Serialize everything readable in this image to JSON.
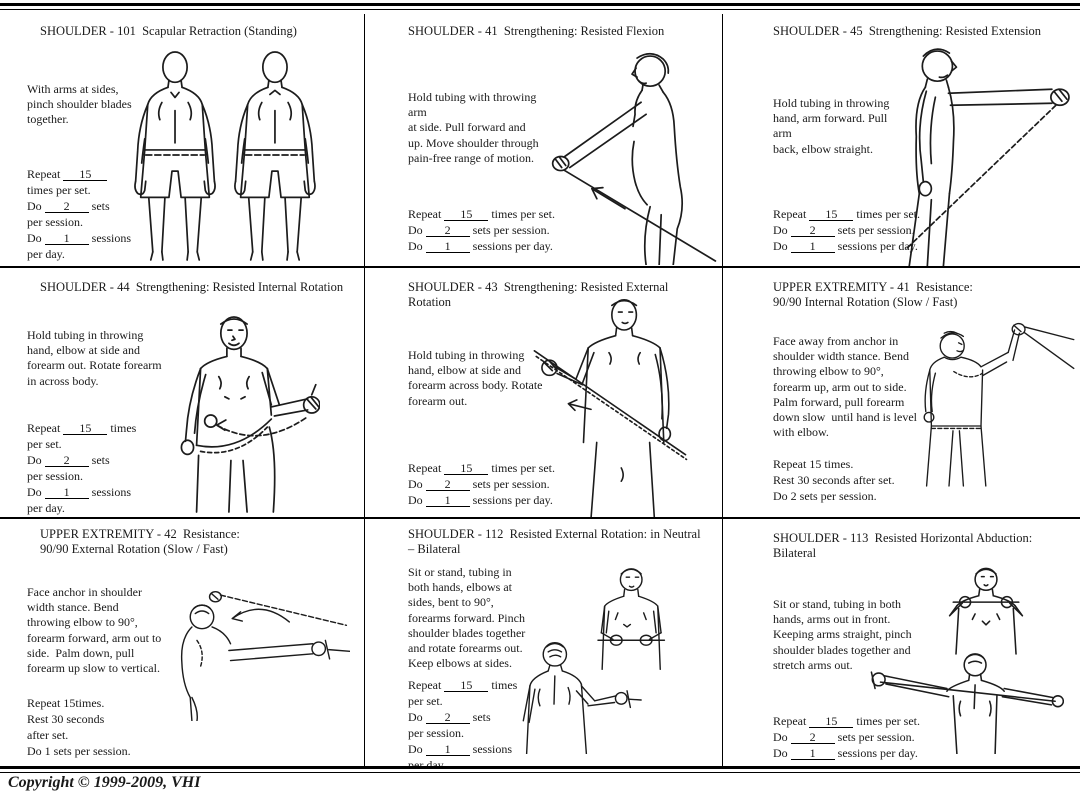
{
  "page": {
    "copyright": "Copyright © 1999-2009, VHI"
  },
  "cells": [
    {
      "title": [
        "SHOULDER - 101  Scapular Retraction (Standing)"
      ],
      "instructions": [
        "With arms at sides,",
        "pinch shoulder blades",
        "together."
      ],
      "dosage": [
        [
          {
            "t": "Repeat "
          },
          {
            "u": "15"
          }
        ],
        [
          {
            "t": "times per set."
          }
        ],
        [
          {
            "t": "Do "
          },
          {
            "u": "2"
          },
          {
            "t": " sets"
          }
        ],
        [
          {
            "t": "per session."
          }
        ],
        [
          {
            "t": "Do "
          },
          {
            "u": "1"
          },
          {
            "t": " sessions"
          }
        ],
        [
          {
            "t": "per day."
          }
        ]
      ]
    },
    {
      "title": [
        "SHOULDER - 41  Strengthening: Resisted Flexion"
      ],
      "instructions": [
        "Hold tubing with throwing",
        "arm",
        "at side. Pull forward and",
        "up. Move shoulder through",
        "pain-free range of motion."
      ],
      "dosage": [
        [
          {
            "t": "Repeat "
          },
          {
            "u": "15"
          },
          {
            "t": " times per set."
          }
        ],
        [
          {
            "t": "Do "
          },
          {
            "u": "2"
          },
          {
            "t": " sets per session."
          }
        ],
        [
          {
            "t": "Do "
          },
          {
            "u": "1"
          },
          {
            "t": " sessions per day."
          }
        ]
      ]
    },
    {
      "title": [
        "SHOULDER - 45  Strengthening: Resisted Extension"
      ],
      "instructions": [
        "Hold tubing in throwing",
        "hand, arm forward. Pull",
        "arm",
        "back, elbow straight."
      ],
      "dosage": [
        [
          {
            "t": "Repeat "
          },
          {
            "u": "15"
          },
          {
            "t": " times per set."
          }
        ],
        [
          {
            "t": "Do "
          },
          {
            "u": "2"
          },
          {
            "t": " sets per session."
          }
        ],
        [
          {
            "t": "Do "
          },
          {
            "u": "1"
          },
          {
            "t": " sessions per day."
          }
        ]
      ]
    },
    {
      "title": [
        "SHOULDER - 44  Strengthening: Resisted Internal Rotation"
      ],
      "instructions": [
        "Hold tubing in throwing",
        "hand, elbow at side and",
        "forearm out. Rotate forearm",
        "in across body."
      ],
      "dosage": [
        [
          {
            "t": "Repeat "
          },
          {
            "u": "15"
          },
          {
            "t": " times"
          }
        ],
        [
          {
            "t": "per set."
          }
        ],
        [
          {
            "t": "Do "
          },
          {
            "u": "2"
          },
          {
            "t": " sets"
          }
        ],
        [
          {
            "t": "per session."
          }
        ],
        [
          {
            "t": "Do "
          },
          {
            "u": "1"
          },
          {
            "t": " sessions"
          }
        ],
        [
          {
            "t": "per day."
          }
        ]
      ]
    },
    {
      "title": [
        "SHOULDER - 43  Strengthening: Resisted External Rotation"
      ],
      "instructions": [
        "Hold tubing in throwing",
        "hand, elbow at side and",
        "forearm across body. Rotate",
        "forearm out."
      ],
      "dosage": [
        [
          {
            "t": "Repeat "
          },
          {
            "u": "15"
          },
          {
            "t": " times per set."
          }
        ],
        [
          {
            "t": "Do "
          },
          {
            "u": "2"
          },
          {
            "t": " sets per session."
          }
        ],
        [
          {
            "t": "Do "
          },
          {
            "u": "1"
          },
          {
            "t": " sessions per day."
          }
        ]
      ]
    },
    {
      "title": [
        "UPPER EXTREMITY - 41  Resistance:",
        "90/90 Internal Rotation (Slow / Fast)"
      ],
      "instructions": [
        "Face away from anchor in",
        "shoulder width stance. Bend",
        "throwing elbow to 90°,",
        "forearm up, arm out to side.",
        "Palm forward, pull forearm",
        "down slow  until hand is level",
        "with elbow."
      ],
      "dosage": [
        [
          {
            "t": "Repeat 15 times."
          }
        ],
        [
          {
            "t": "Rest 30 seconds after set."
          }
        ],
        [
          {
            "t": "Do 2 sets per session."
          }
        ]
      ]
    },
    {
      "title": [
        "UPPER EXTREMITY - 42  Resistance:",
        "90/90 External Rotation (Slow / Fast)"
      ],
      "instructions": [
        "Face anchor in shoulder",
        "width stance. Bend",
        "throwing elbow to 90°,",
        "forearm forward, arm out to",
        "side.  Palm down, pull",
        "forearm up slow to vertical."
      ],
      "dosage": [
        [
          {
            "t": "Repeat 15times."
          }
        ],
        [
          {
            "t": "Rest 30 seconds"
          }
        ],
        [
          {
            "t": "after set."
          }
        ],
        [
          {
            "t": "Do 1 sets per session."
          }
        ]
      ]
    },
    {
      "title": [
        "SHOULDER - 112  Resisted External Rotation: in Neutral",
        "– Bilateral"
      ],
      "instructions": [
        "Sit or stand, tubing in",
        "both hands, elbows at",
        "sides, bent to 90°,",
        "forearms forward. Pinch",
        "shoulder blades together",
        "and rotate forearms out.",
        "Keep elbows at sides."
      ],
      "dosage": [
        [
          {
            "t": "Repeat "
          },
          {
            "u": "15"
          },
          {
            "t": " times"
          }
        ],
        [
          {
            "t": "per set."
          }
        ],
        [
          {
            "t": "Do "
          },
          {
            "u": "2"
          },
          {
            "t": " sets"
          }
        ],
        [
          {
            "t": "per session."
          }
        ],
        [
          {
            "t": "Do "
          },
          {
            "u": "1"
          },
          {
            "t": " sessions"
          }
        ],
        [
          {
            "t": "per day."
          }
        ]
      ]
    },
    {
      "title": [
        "SHOULDER - 113  Resisted Horizontal Abduction: Bilateral"
      ],
      "instructions": [
        "Sit or stand, tubing in both",
        "hands, arms out in front.",
        "Keeping arms straight, pinch",
        "shoulder blades together and",
        "stretch arms out."
      ],
      "dosage": [
        [
          {
            "t": "Repeat "
          },
          {
            "u": "15"
          },
          {
            "t": " times per set."
          }
        ],
        [
          {
            "t": "Do "
          },
          {
            "u": "2"
          },
          {
            "t": " sets per session."
          }
        ],
        [
          {
            "t": "Do "
          },
          {
            "u": "1"
          },
          {
            "t": " sessions per day."
          }
        ]
      ]
    }
  ]
}
